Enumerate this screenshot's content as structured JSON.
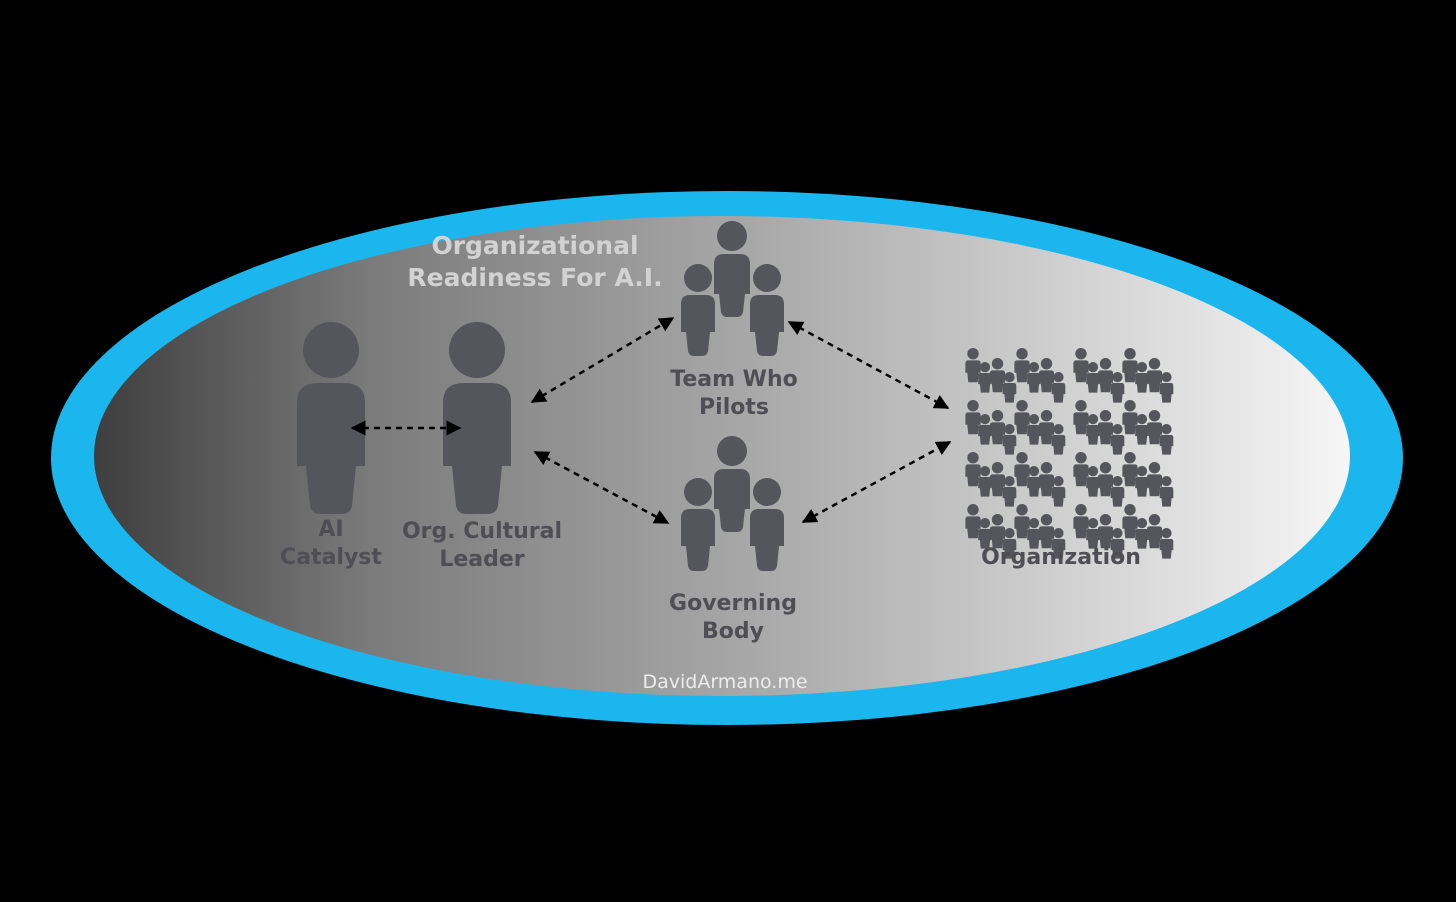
{
  "title": {
    "line1": "Organizational",
    "line2": "Readiness For A.I."
  },
  "nodes": {
    "ai_catalyst": {
      "line1": "AI",
      "line2": "Catalyst"
    },
    "cultural_leader": {
      "line1": "Org. Cultural",
      "line2": "Leader"
    },
    "team_who_pilots": {
      "line1": "Team Who",
      "line2": "Pilots"
    },
    "governing_body": {
      "line1": "Governing",
      "line2": "Body"
    },
    "organization": {
      "line1": "Organization"
    }
  },
  "watermark": "DavidArmano.me",
  "colors": {
    "ring": "#1bb6ee",
    "figure": "#55565b",
    "arrow": "#000000",
    "title": "#d2d2d2",
    "label": "#4e4e54"
  }
}
